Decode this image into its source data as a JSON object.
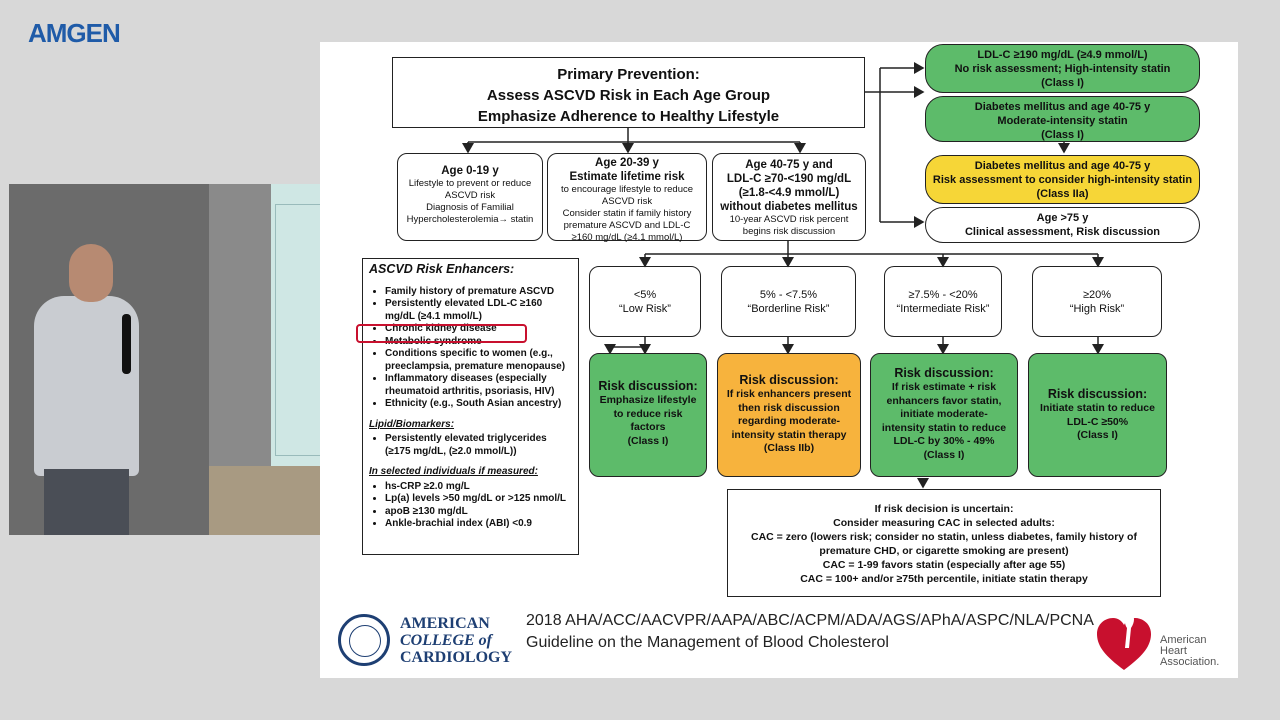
{
  "brand": {
    "logo_text": "AMGEN"
  },
  "slide": {
    "primary": {
      "line1": "Primary Prevention:",
      "line2": "Assess ASCVD Risk in Each Age Group",
      "line3": "Emphasize Adherence to Healthy Lifestyle"
    },
    "ages": [
      {
        "title": "Age 0-19 y",
        "lines": [
          "Lifestyle to prevent or reduce",
          "ASCVD risk",
          "Diagnosis of Familial",
          "Hypercholesterolemia→ statin"
        ]
      },
      {
        "title": "Age 20-39 y",
        "title2": "Estimate lifetime risk",
        "lines": [
          "to encourage lifestyle to reduce",
          "ASCVD risk",
          "Consider statin if family history",
          "premature ASCVD and LDL-C",
          "≥160 mg/dL (≥4.1 mmol/L)"
        ]
      },
      {
        "title": "Age 40-75 y and",
        "title2": "LDL-C ≥70-<190 mg/dL",
        "title3": "(≥1.8-<4.9 mmol/L)",
        "title4": "without diabetes mellitus",
        "lines": [
          "10-year ASCVD risk percent",
          "begins risk discussion"
        ]
      }
    ],
    "right_pills": [
      {
        "l1": "LDL-C ≥190 mg/dL (≥4.9 mmol/L)",
        "l2": "No risk assessment; High-intensity statin",
        "l3": "(Class I)"
      },
      {
        "l1": "Diabetes mellitus and age 40-75 y",
        "l2": "Moderate-intensity statin",
        "l3": "(Class I)"
      },
      {
        "l1": "Diabetes mellitus and age 40-75 y",
        "l2": "Risk assessment to consider high-intensity statin",
        "l3": "(Class IIa)"
      },
      {
        "l1": "Age >75 y",
        "l2": "Clinical assessment, Risk discussion",
        "l3": ""
      }
    ],
    "risk_levels": [
      {
        "pct": "<5%",
        "label": "“Low Risk”"
      },
      {
        "pct": "5% - <7.5%",
        "label": "“Borderline Risk”"
      },
      {
        "pct": "≥7.5% - <20%",
        "label": "“Intermediate Risk”"
      },
      {
        "pct": "≥20%",
        "label": "“High Risk”"
      }
    ],
    "discussions": [
      {
        "head": "Risk discussion:",
        "lines": [
          "Emphasize lifestyle",
          "to reduce risk",
          "factors",
          "(Class I)"
        ]
      },
      {
        "head": "Risk discussion:",
        "lines": [
          "If risk enhancers present",
          "then risk discussion",
          "regarding moderate-",
          "intensity statin therapy",
          "(Class IIb)"
        ]
      },
      {
        "head": "Risk discussion:",
        "lines": [
          "If risk estimate + risk",
          "enhancers favor statin,",
          "initiate moderate-",
          "intensity statin to reduce",
          "LDL-C by 30% - 49%",
          "(Class I)"
        ]
      },
      {
        "head": "Risk discussion:",
        "lines": [
          "Initiate statin to reduce",
          "LDL-C ≥50%",
          "(Class I)"
        ]
      }
    ],
    "enhancers": {
      "heading": "ASCVD Risk Enhancers:",
      "items": [
        "Family history of premature ASCVD",
        "Persistently elevated LDL-C ≥160 mg/dL (≥4.1 mmol/L)",
        "Chronic kidney disease",
        "Metabolic syndrome",
        "Conditions specific to women (e.g., preeclampsia, premature menopause)",
        "Inflammatory diseases (especially rheumatoid arthritis, psoriasis, HIV)",
        "Ethnicity (e.g., South Asian ancestry)"
      ],
      "lipid_heading": "Lipid/Biomarkers:",
      "lipid_items": [
        "Persistently elevated triglycerides (≥175 mg/dL, (≥2.0 mmol/L))"
      ],
      "selected_heading": "In selected individuals if measured:",
      "selected_items": [
        "hs-CRP ≥2.0 mg/L",
        "Lp(a) levels >50 mg/dL or >125 nmol/L",
        "apoB ≥130 mg/dL",
        "Ankle-brachial index (ABI) <0.9"
      ]
    },
    "cac": {
      "lines": [
        "If risk decision is uncertain:",
        "Consider measuring CAC in selected adults:",
        "CAC = zero (lowers risk; consider no statin, unless diabetes, family history of",
        "premature CHD, or cigarette smoking are present)",
        "CAC = 1-99 favors statin (especially after age 55)",
        "CAC = 100+ and/or ≥75th percentile, initiate statin therapy"
      ]
    },
    "footer": {
      "acc_l1": "AMERICAN",
      "acc_l2": "COLLEGE of",
      "acc_l3": "CARDIOLOGY",
      "guideline_l1": "2018 AHA/ACC/AACVPR/AAPA/ABC/ACPM/ADA/AGS/APhA/ASPC/NLA/PCNA",
      "guideline_l2": "Guideline on the Management of Blood Cholesterol",
      "aha_l1": "American",
      "aha_l2": "Heart",
      "aha_l3": "Association."
    }
  },
  "colors": {
    "green": "#5dbb6a",
    "yellow": "#f6d637",
    "orange": "#f7b33d",
    "accent_red": "#e8321c",
    "highlight": "#c8102e"
  }
}
